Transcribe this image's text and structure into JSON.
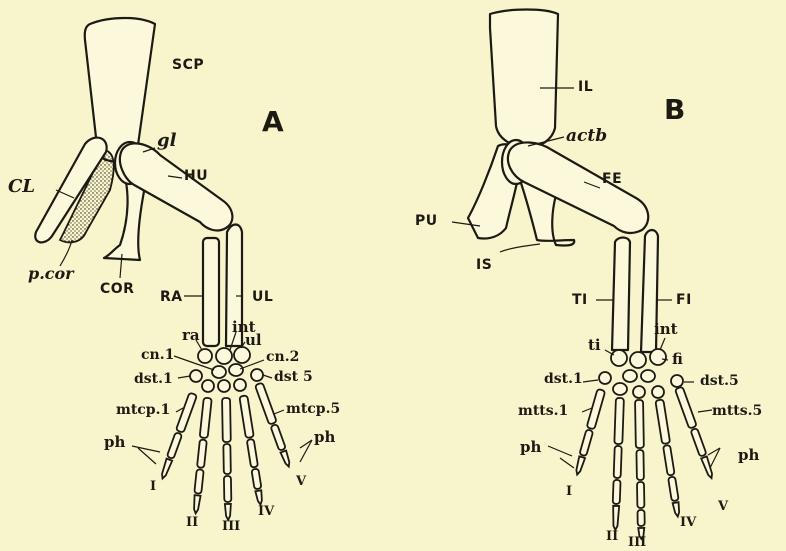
{
  "panels": {
    "a": {
      "letter": "A",
      "labels": {
        "scp": "SCP",
        "gl": "gl",
        "hu": "HU",
        "cl": "CL",
        "pcor": "p.cor",
        "cor": "COR",
        "ra_bone": "RA",
        "ul_bone": "UL",
        "ra": "ra",
        "int": "int",
        "ul": "ul",
        "cn1": "cn.1",
        "cn2": "cn.2",
        "dst1": "dst.1",
        "dst5": "dst 5",
        "mtcp1": "mtcp.1",
        "mtcp5": "mtcp.5",
        "ph_left": "ph",
        "ph_right": "ph",
        "d1": "I",
        "d2": "II",
        "d3": "III",
        "d4": "IV",
        "d5": "V"
      }
    },
    "b": {
      "letter": "B",
      "labels": {
        "il": "IL",
        "actb": "actb",
        "fe": "FE",
        "pu": "PU",
        "is": "IS",
        "ti_bone": "TI",
        "fi_bone": "FI",
        "int": "int",
        "ti": "ti",
        "fi": "fi",
        "dst1": "dst.1",
        "dst5": "dst.5",
        "mtts1": "mtts.1",
        "mtts5": "mtts.5",
        "ph_left": "ph",
        "ph_right": "ph",
        "d1": "I",
        "d2": "II",
        "d3": "III",
        "d4": "IV",
        "d5": "V"
      }
    }
  }
}
